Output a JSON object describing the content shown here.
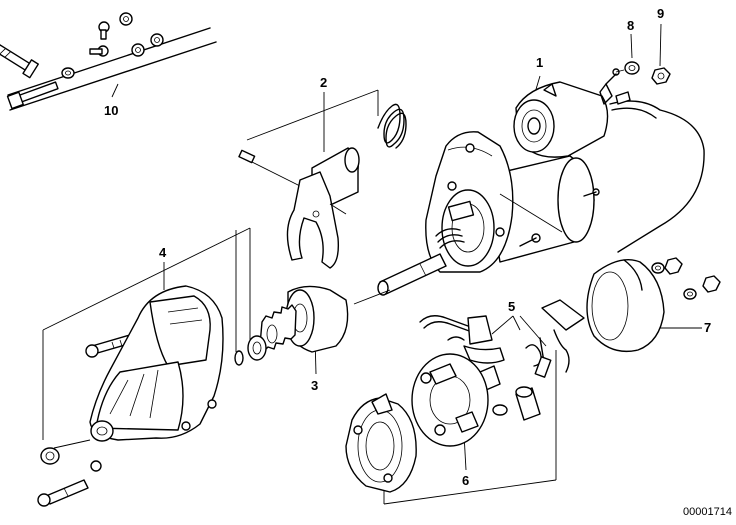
{
  "diagram": {
    "callouts": [
      {
        "id": "1",
        "label": "1"
      },
      {
        "id": "2",
        "label": "2"
      },
      {
        "id": "3",
        "label": "3"
      },
      {
        "id": "4",
        "label": "4"
      },
      {
        "id": "5",
        "label": "5"
      },
      {
        "id": "6",
        "label": "6"
      },
      {
        "id": "7",
        "label": "7"
      },
      {
        "id": "8",
        "label": "8"
      },
      {
        "id": "9",
        "label": "9"
      },
      {
        "id": "10",
        "label": "10"
      }
    ],
    "reference_number": "00001714"
  }
}
